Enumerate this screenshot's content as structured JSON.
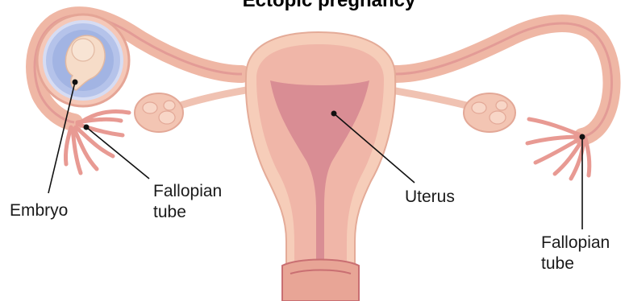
{
  "title": "Ectopic pregnancy",
  "labels": {
    "embryo": "Embryo",
    "fallopian_left_line1": "Fallopian",
    "fallopian_left_line2": "tube",
    "uterus": "Uterus",
    "fallopian_right_line1": "Fallopian",
    "fallopian_right_line2": "tube"
  },
  "colors": {
    "tissue_light": "#f4c7b4",
    "tissue_mid": "#e8a596",
    "tissue_dark": "#c96f72",
    "cavity": "#d98d94",
    "sac": "#9fb0e0",
    "embryo": "#f6dcc8"
  }
}
